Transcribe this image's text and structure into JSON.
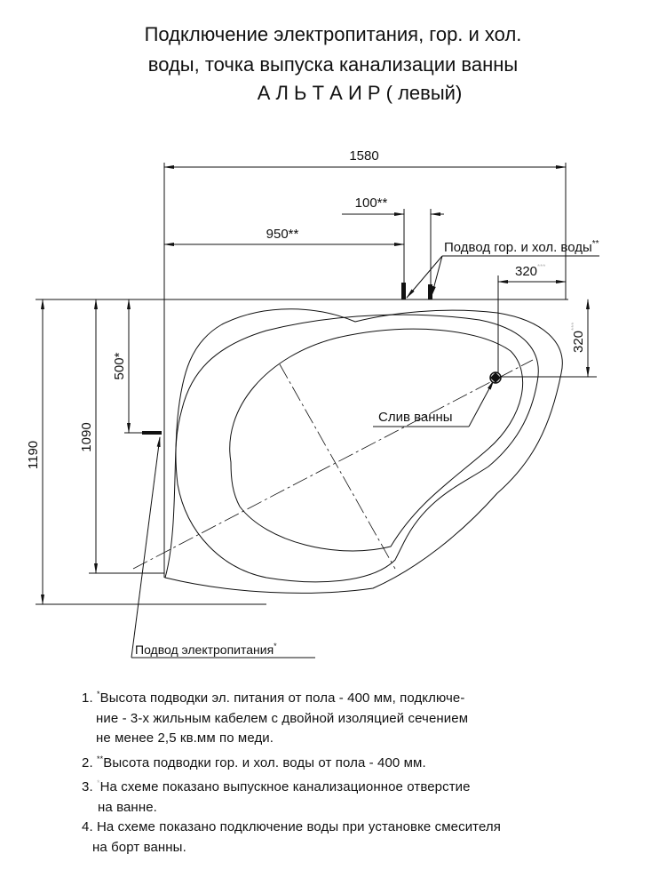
{
  "title": {
    "line1": "Подключение электропитания, гор. и хол.",
    "line2": "воды, точка выпуска канализации ванны",
    "line3": "А Л Ь Т А И Р   ( левый)"
  },
  "dimensions": {
    "total_width": "1580",
    "water_offset": "950**",
    "water_spacing": "100**",
    "drain_x": "320",
    "drain_y": "320",
    "drain_mark": "***",
    "total_depth": "1190",
    "inner_depth": "1090",
    "power_offset": "500*"
  },
  "labels": {
    "water_supply": "Подвод гор. и хол. воды",
    "water_supply_mark": "**",
    "drain": "Слив ванны",
    "power_supply": "Подвод электропитания",
    "power_supply_mark": "*"
  },
  "notes": [
    {
      "num": "1.",
      "mark": "*",
      "lines": [
        "Высота подводки эл. питания от пола - 400 мм, подключе-",
        "ние - 3-х жильным кабелем с двойной изоляцией сечением",
        "не менее 2,5 кв.мм по меди."
      ]
    },
    {
      "num": "2.",
      "mark": "**",
      "lines": [
        "Высота подводки гор. и хол. воды от пола - 400 мм."
      ]
    },
    {
      "num": "3.",
      "mark": "*",
      "lines": [
        "На схеме показано выпускное канализационное отверстие",
        "на ванне."
      ]
    },
    {
      "num": "4.",
      "mark": "",
      "lines": [
        "На схеме показано подключение воды при установке смесителя",
        "на борт ванны."
      ]
    }
  ]
}
